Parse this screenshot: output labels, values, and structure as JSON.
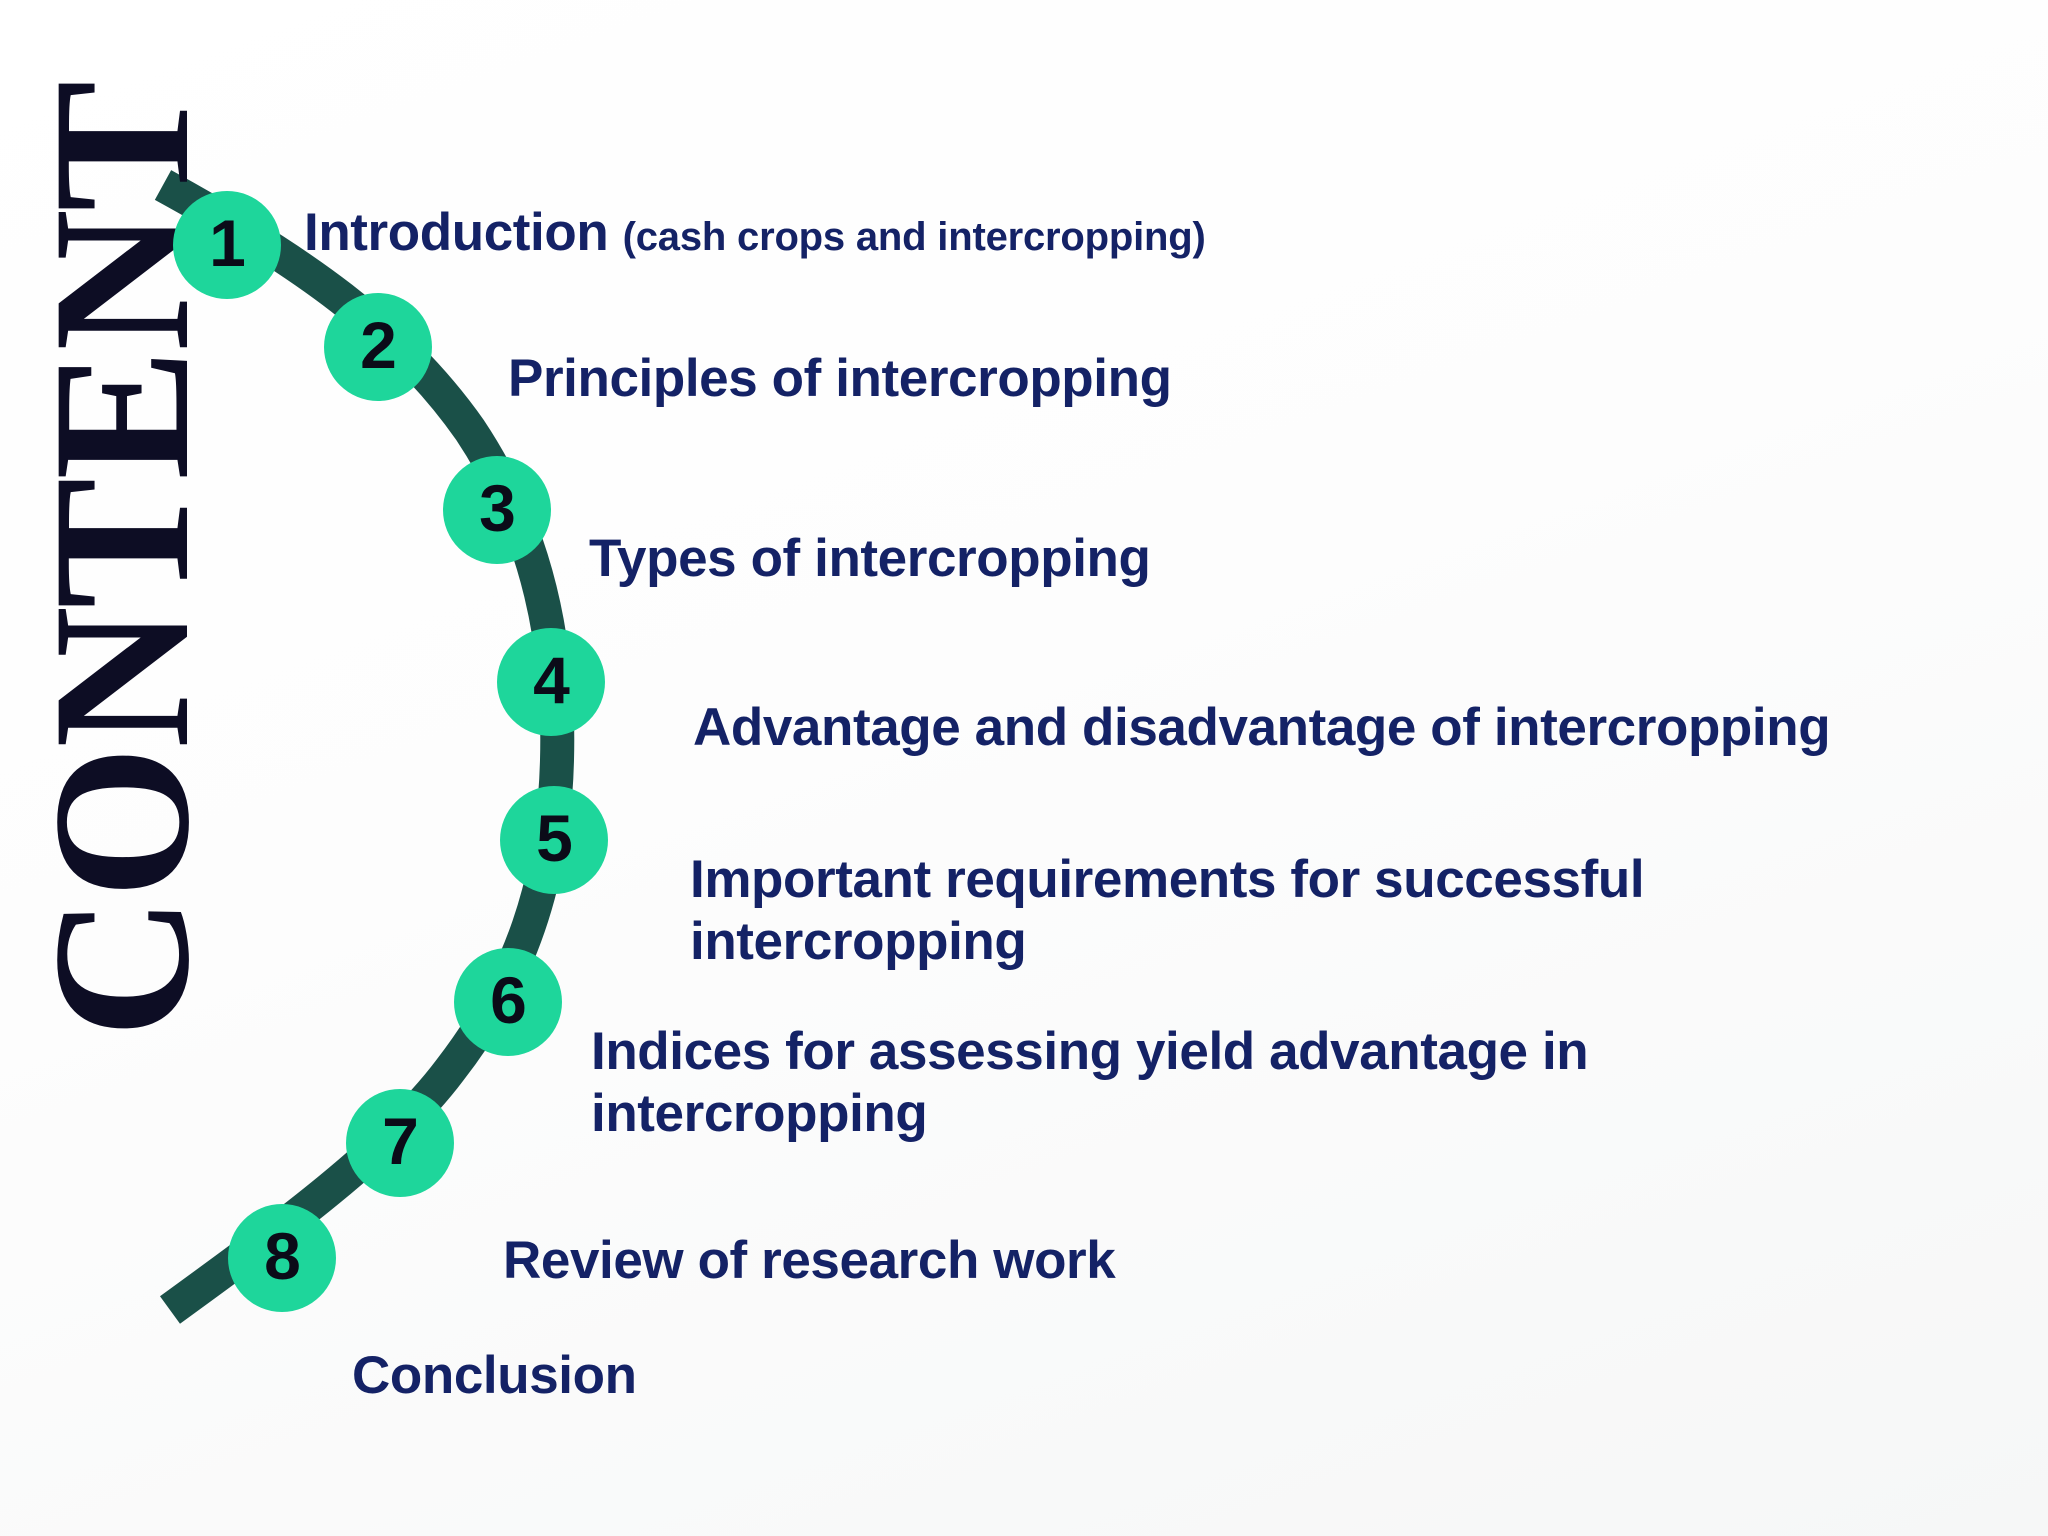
{
  "slide": {
    "heading": "CONTENT",
    "background_color": "#ffffff",
    "accent_circle_color": "#1ed69b",
    "path_color": "#1a5048",
    "label_color": "#142266",
    "number_color": "#0b0b18"
  },
  "items": [
    {
      "number": "1",
      "label": "Introduction ",
      "note": "(cash crops and intercropping)",
      "icon": "numbered-circle-icon"
    },
    {
      "number": "2",
      "label": "Principles of intercropping",
      "note": "",
      "icon": "numbered-circle-icon"
    },
    {
      "number": "3",
      "label": "Types of intercropping",
      "note": "",
      "icon": "numbered-circle-icon"
    },
    {
      "number": "4",
      "label": "Advantage and disadvantage of intercropping",
      "note": "",
      "icon": "numbered-circle-icon"
    },
    {
      "number": "5",
      "label": "Important requirements for successful\nintercropping",
      "note": "",
      "icon": "numbered-circle-icon"
    },
    {
      "number": "6",
      "label": "Indices for assessing yield advantage in\nintercropping",
      "note": "",
      "icon": "numbered-circle-icon"
    },
    {
      "number": "7",
      "label": "Review of research work",
      "note": "",
      "icon": "numbered-circle-icon"
    },
    {
      "number": "8",
      "label": "Conclusion",
      "note": "",
      "icon": "numbered-circle-icon"
    }
  ]
}
